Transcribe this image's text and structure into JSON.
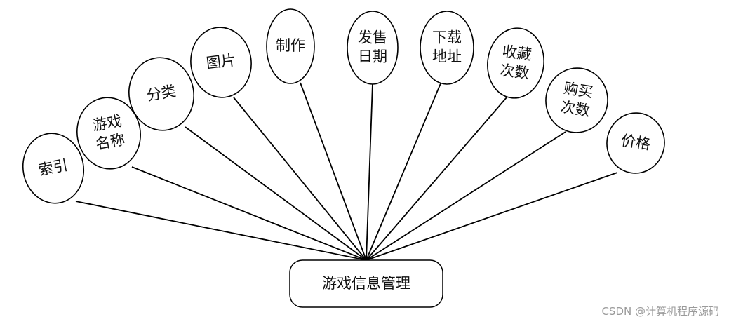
{
  "entity": {
    "label": "游戏信息管理"
  },
  "attributes": [
    {
      "lines": [
        "索引"
      ]
    },
    {
      "lines": [
        "游戏",
        "名称"
      ]
    },
    {
      "lines": [
        "分类"
      ]
    },
    {
      "lines": [
        "图片"
      ]
    },
    {
      "lines": [
        "制作"
      ]
    },
    {
      "lines": [
        "发售",
        "日期"
      ]
    },
    {
      "lines": [
        "下载",
        "地址"
      ]
    },
    {
      "lines": [
        "收藏",
        "次数"
      ]
    },
    {
      "lines": [
        "购买",
        "次数"
      ]
    },
    {
      "lines": [
        "价格"
      ]
    }
  ],
  "watermark": "CSDN @计算机程序源码"
}
